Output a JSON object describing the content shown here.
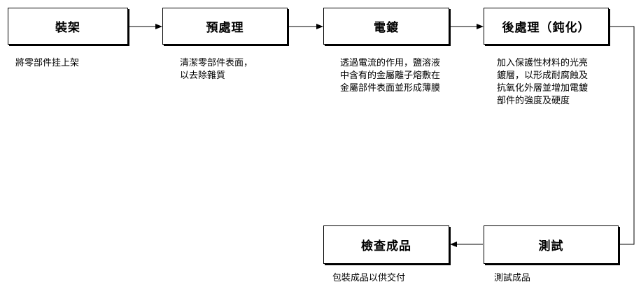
{
  "steps": [
    {
      "label": "裝架",
      "desc": [
        "將零部件挂上架"
      ]
    },
    {
      "label": "預處理",
      "desc": [
        "清潔零部件表面，",
        "以去除雜質"
      ]
    },
    {
      "label": "電鍍",
      "desc": [
        "透過電流的作用，鹽溶液",
        "中含有的金屬離子熔敷在",
        "金屬部件表面並形成薄膜"
      ]
    },
    {
      "label": "後處理（鈍化）",
      "desc": [
        "加入保護性材料的光亮",
        "鍍層，以形成耐腐蝕及",
        "抗氧化外層並增加電鍍",
        "部件的強度及硬度"
      ]
    },
    {
      "label": "測試",
      "desc": [
        "測試成品"
      ]
    },
    {
      "label": "檢查成品",
      "desc": [
        "包裝成品以供交付"
      ]
    }
  ]
}
